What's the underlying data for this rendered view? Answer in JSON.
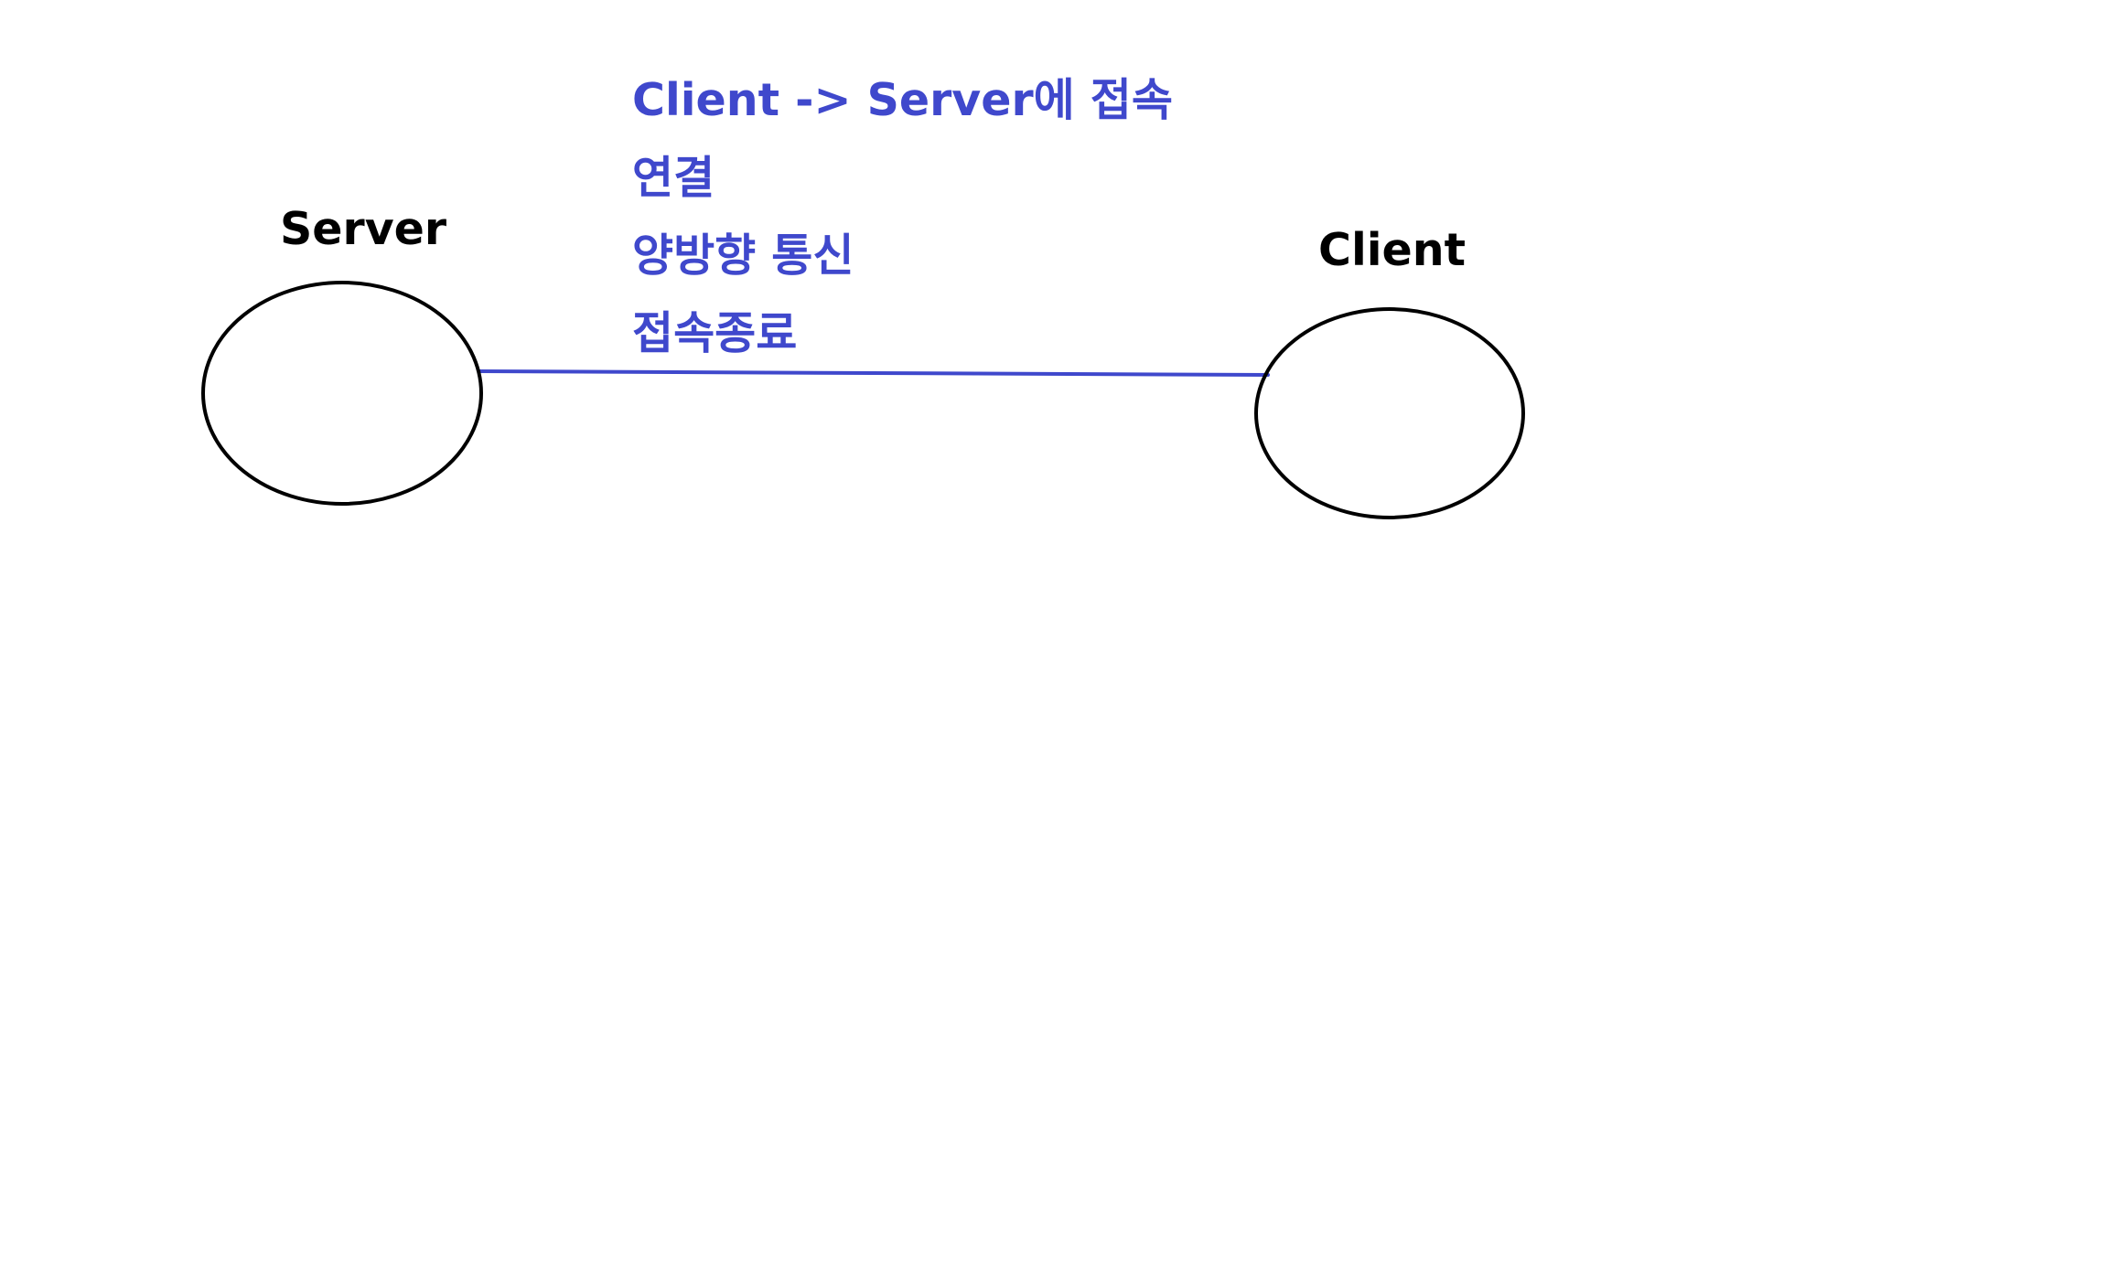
{
  "colors": {
    "node_stroke": "#000000",
    "node_label": "#000000",
    "link_color": "#3f48cc",
    "steps_text": "#3f48cc",
    "background": "#ffffff"
  },
  "nodes": {
    "server": {
      "label": "Server"
    },
    "client": {
      "label": "Client"
    }
  },
  "steps": [
    "Client -> Server에 접속",
    "연결",
    "양방향 통신",
    "접속종료"
  ]
}
